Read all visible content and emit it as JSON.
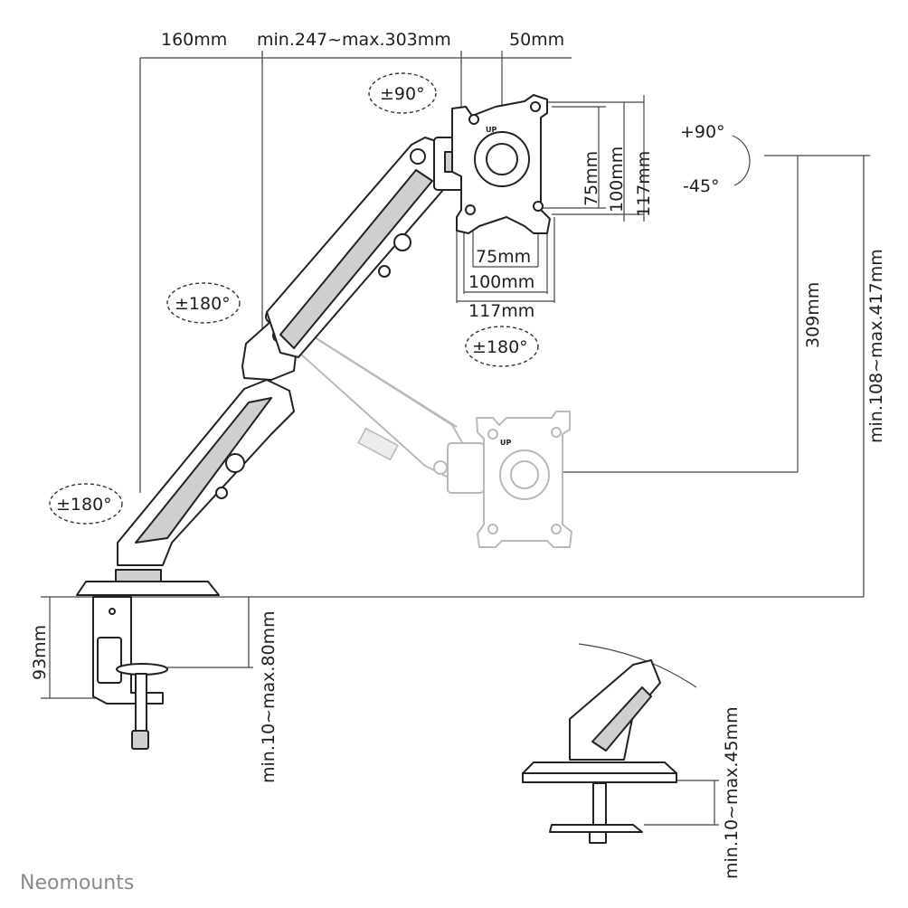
{
  "dimensions": {
    "top_width": "160mm",
    "arm_reach": "min.247~max.303mm",
    "plate_offset": "50mm",
    "vesa_75_v": "75mm",
    "vesa_100_v": "100mm",
    "vesa_117_v": "117mm",
    "vesa_75_h": "75mm",
    "vesa_100_h": "100mm",
    "vesa_117_h": "117mm",
    "height_309": "309mm",
    "height_range": "min.108~max.417mm",
    "clamp_height": "93mm",
    "clamp_range": "min.10~max.80mm",
    "grommet_range": "min.10~max.45mm"
  },
  "rotations": {
    "plate_swivel": "±90°",
    "arm_upper": "±180°",
    "arm_lower": "±180°",
    "plate_rotate": "±180°",
    "tilt_up": "+90°",
    "tilt_down": "-45°"
  },
  "plate_label": "UP",
  "brand": "Neomounts"
}
